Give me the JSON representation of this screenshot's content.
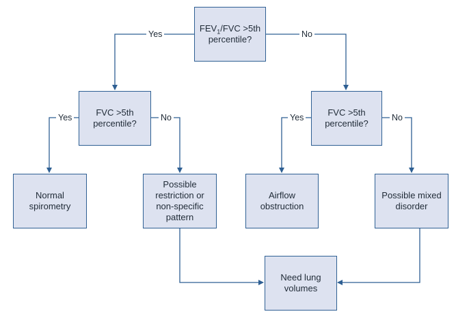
{
  "nodes": {
    "root": {
      "pre": "FEV",
      "sub": "1",
      "post": "/FVC >5th",
      "line2": "percentile?"
    },
    "left_question": {
      "line1": "FVC >5th",
      "line2": "percentile?"
    },
    "right_question": {
      "line1": "FVC >5th",
      "line2": "percentile?"
    },
    "normal": {
      "line1": "Normal",
      "line2": "spirometry"
    },
    "restriction": {
      "line1": "Possible",
      "line2": "restriction or",
      "line3": "non-specific",
      "line4": "pattern"
    },
    "obstruction": {
      "line1": "Airflow",
      "line2": "obstruction"
    },
    "mixed": {
      "line1": "Possible mixed",
      "line2": "disorder"
    },
    "lung_volumes": {
      "line1": "Need lung",
      "line2": "volumes"
    }
  },
  "edges": {
    "root_yes": "Yes",
    "root_no": "No",
    "left_yes": "Yes",
    "left_no": "No",
    "right_yes": "Yes",
    "right_no": "No"
  },
  "colors": {
    "box_fill": "#dde2f0",
    "box_border": "#2e5f93",
    "line": "#2e5f93",
    "text": "#1f2a36"
  }
}
